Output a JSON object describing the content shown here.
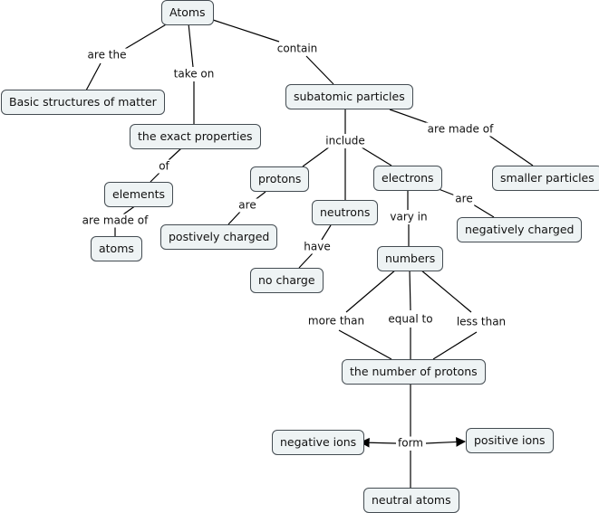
{
  "concepts": {
    "atoms_top": "Atoms",
    "basic_structures": "Basic structures of matter",
    "exact_properties": "the exact properties",
    "elements": "elements",
    "atoms_small": "atoms",
    "subatomic": "subatomic particles",
    "protons": "protons",
    "neutrons": "neutrons",
    "electrons": "electrons",
    "smaller_particles": "smaller particles",
    "postively_charged": "postively charged",
    "no_charge": "no charge",
    "negatively_charged": "negatively charged",
    "numbers": "numbers",
    "number_of_protons": "the number of protons",
    "negative_ions": "negative ions",
    "positive_ions": "positive ions",
    "neutral_atoms": "neutral atoms"
  },
  "links": {
    "are_the": "are the",
    "take_on": "take on",
    "contain": "contain",
    "of": "of",
    "are_made_of_left": "are made of",
    "include": "include",
    "are_made_of_right": "are made of",
    "are_protons": "are",
    "have": "have",
    "vary_in": "vary in",
    "are_electrons": "are",
    "more_than": "more than",
    "equal_to": "equal to",
    "less_than": "less than",
    "form": "form"
  },
  "colors": {
    "node_fill": "#eef3f4",
    "node_border": "#444c52",
    "line": "#000000"
  }
}
